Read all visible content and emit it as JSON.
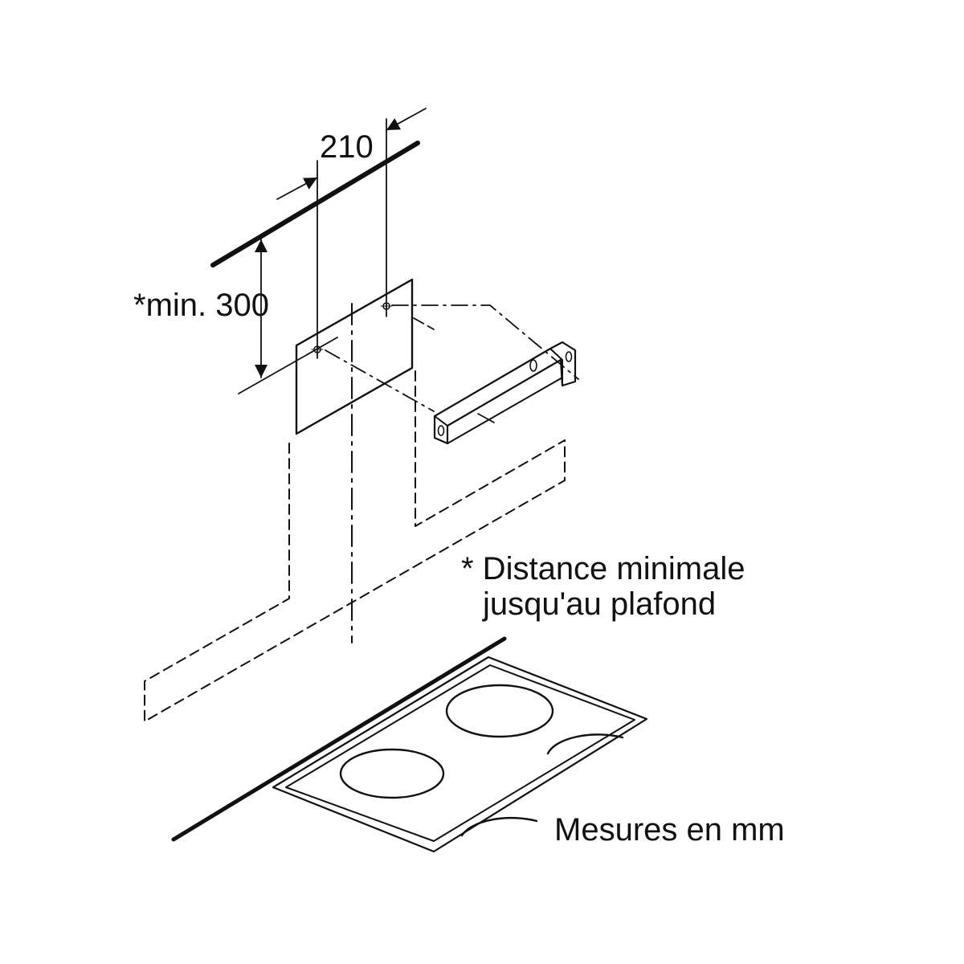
{
  "dimensions": {
    "width_label": "210",
    "height_label": "*min. 300"
  },
  "note": {
    "line1": "* Distance minimale",
    "line2": "jusqu'au plafond"
  },
  "units": "Mesures en mm",
  "colors": {
    "line": "#111111",
    "background": "#ffffff"
  }
}
